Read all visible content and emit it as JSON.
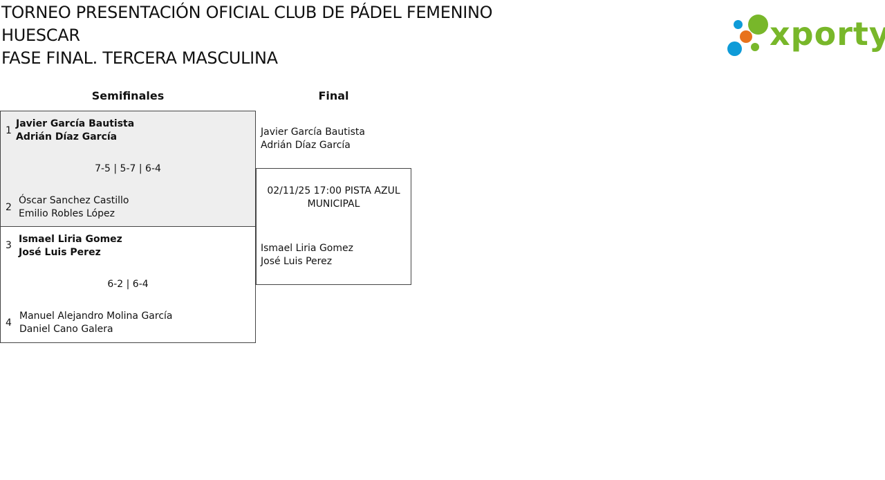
{
  "title": {
    "line1": "TORNEO PRESENTACIÓN OFICIAL CLUB DE PÁDEL FEMENINO",
    "line2": "HUESCAR",
    "line3": "FASE FINAL. TERCERA MASCULINA"
  },
  "logo": {
    "text": "xporty",
    "colors": {
      "green": "#78b72a",
      "blue": "#0e9bd8",
      "orange": "#e8721c"
    }
  },
  "columns": {
    "semis": "Semifinales",
    "final": "Final"
  },
  "matches": [
    {
      "top": {
        "seed": "1",
        "player1": "Javier García Bautista",
        "player2": "Adrián Díaz García"
      },
      "score": "7-5 | 5-7 | 6-4",
      "bottom": {
        "seed": "2",
        "player1": "Óscar Sanchez Castillo",
        "player2": "Emilio Robles López"
      }
    },
    {
      "top": {
        "seed": "3",
        "player1": "Ismael Liria Gomez",
        "player2": "José Luis Perez"
      },
      "score": "6-2 | 6-4",
      "bottom": {
        "seed": "4",
        "player1": "Manuel Alejandro Molina García",
        "player2": "Daniel Cano Galera"
      }
    }
  ],
  "final": {
    "top": {
      "player1": "Javier García Bautista",
      "player2": "Adrián Díaz García"
    },
    "info": "02/11/25 17:00 PISTA AZUL MUNICIPAL",
    "bottom": {
      "player1": "Ismael Liria Gomez",
      "player2": "José Luis Perez"
    }
  },
  "colors": {
    "played_match_bg": "#eeeeee",
    "border": "#444444"
  }
}
